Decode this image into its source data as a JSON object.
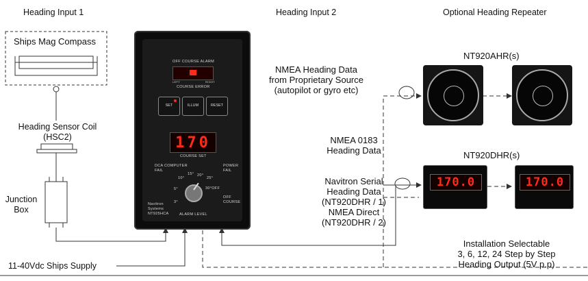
{
  "headers": {
    "input1": "Heading Input 1",
    "input2": "Heading Input 2",
    "repeater": "Optional Heading Repeater"
  },
  "left": {
    "compass": "Ships Mag Compass",
    "sensor_line1": "Heading Sensor Coil",
    "sensor_line2": "(HSC2)",
    "junction_line1": "Junction",
    "junction_line2": "Box",
    "supply": "11-40Vdc Ships Supply"
  },
  "middle": {
    "nmea_src_line1": "NMEA Heading Data",
    "nmea_src_line2": "from Proprietary Source",
    "nmea_src_line3": "(autopilot or gyro etc)",
    "nmea0183_line1": "NMEA 0183",
    "nmea0183_line2": "Heading Data",
    "serial_line1": "Navitron Serial",
    "serial_line2": "Heading Data",
    "serial_line3": "(NT920DHR / 1)",
    "serial_line4": "NMEA Direct",
    "serial_line5": "(NT920DHR / 2)"
  },
  "right": {
    "ahr_title": "NT920AHR(s)",
    "dhr_title": "NT920DHR(s)",
    "dhr_value": "170.0",
    "install_line1": "Installation Selectable",
    "install_line2": "3, 6, 12, 24 Step by Step",
    "install_line3": "Heading Output (5V p.p)"
  },
  "panel": {
    "top_label": "OFF  COURSE  ALARM",
    "error_label": "COURSE  ERROR",
    "left_small": "LEFT",
    "right_small": "RIGHT",
    "btn_set": "SET",
    "btn_illum": "ILLUM",
    "btn_reset": "RESET",
    "display": "170",
    "course_set": "COURSE  SET",
    "dca_fail": "DCA  COMPUTER",
    "fail": "FAIL",
    "power_fail": "POWER",
    "fail2": "FAIL",
    "off_course": "OFF",
    "course": "COURSE",
    "brand1": "Navitron",
    "brand2": "Systems",
    "model": "NT925HCA",
    "alarm_level": "ALARM  LEVEL",
    "dial_3": "3°",
    "dial_5": "5°",
    "dial_10": "10°",
    "dial_15": "15°",
    "dial_20": "20°",
    "dial_25": "25°",
    "dial_off": "30°OFF"
  }
}
